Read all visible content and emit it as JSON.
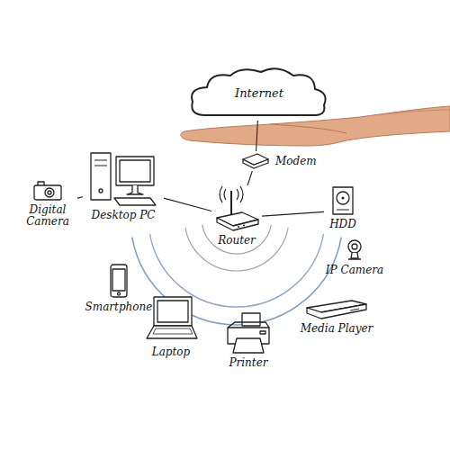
{
  "diagram": {
    "nodes": [
      {
        "text": [
          "Internet"
        ]
      },
      {
        "text": [
          "Modem"
        ]
      },
      {
        "text": [
          "Digital Camera"
        ]
      },
      {
        "text": [
          "Desktop PC"
        ]
      },
      {
        "text": [
          "Router"
        ]
      },
      {
        "text": [
          "HDD"
        ]
      },
      {
        "text": [
          "IP Camera"
        ]
      },
      {
        "text": [
          "Smartphone"
        ]
      },
      {
        "text": [
          "Media Player"
        ]
      },
      {
        "text": [
          "Laptop"
        ]
      },
      {
        "text": [
          "Printer"
        ]
      }
    ],
    "edges": [
      {
        "from": 0,
        "to": 1,
        "arrow": "none"
      },
      {
        "from": 1,
        "to": 4,
        "arrow": "none"
      },
      {
        "from": 3,
        "to": 4,
        "arrow": "none"
      },
      {
        "from": 4,
        "to": 5,
        "arrow": "none"
      },
      {
        "from": 2,
        "to": 3,
        "arrow": "none"
      }
    ]
  }
}
